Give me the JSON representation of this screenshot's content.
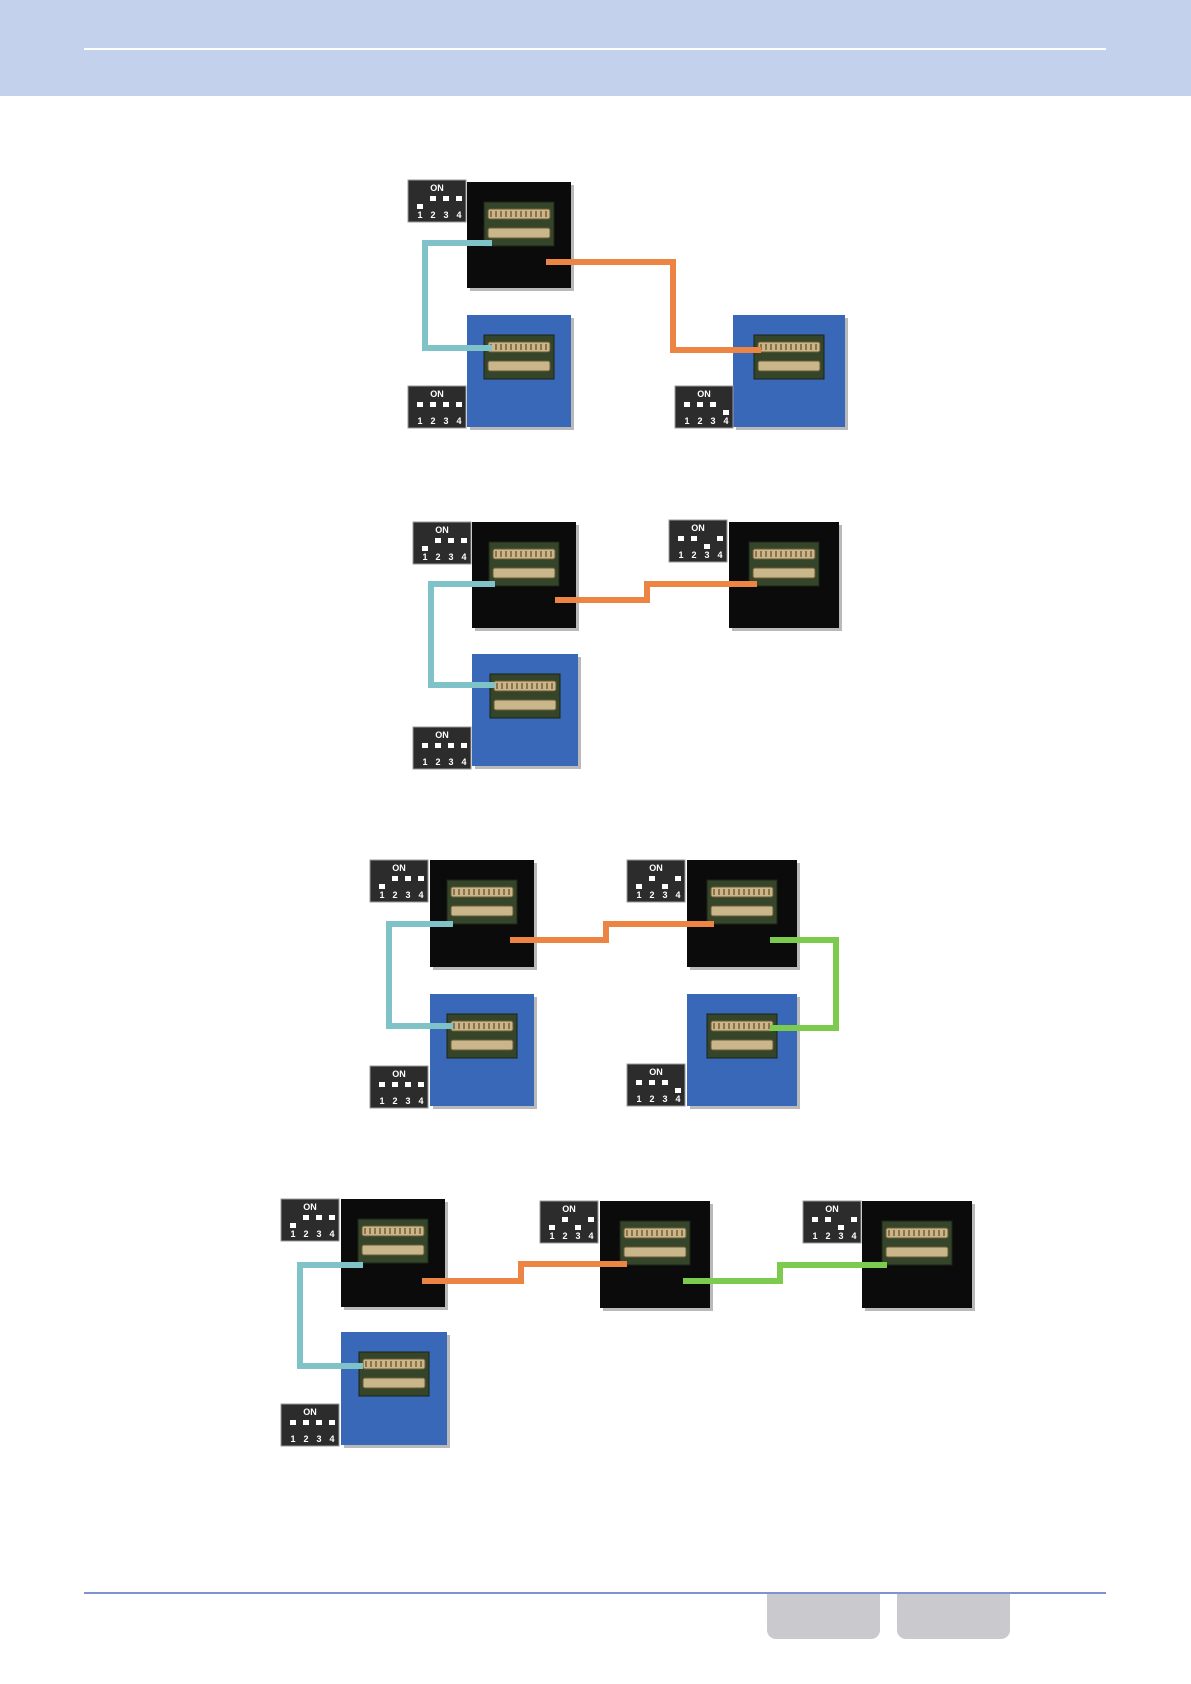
{
  "domain_note": "",
  "colors": {
    "header_band": "#c3d1ec",
    "footer_rule": "#8091d6",
    "main_unit": "#0b0b0b",
    "remote_unit": "#3a68b8",
    "cable_remote": "#7fc2c8",
    "cable_link_1": "#ec8444",
    "cable_link_2": "#7ccb4f",
    "dip_switch_bg": "#2c2c2c"
  },
  "dip_switch": {
    "on_label": "ON",
    "numbers": [
      "1",
      "2",
      "3",
      "4"
    ]
  },
  "configurations": [
    {
      "units": [
        {
          "type": "main",
          "switches": [
            false,
            true,
            true,
            true
          ]
        },
        {
          "type": "remote",
          "switches": [
            true,
            true,
            true,
            true
          ]
        },
        {
          "type": "remote",
          "switches": [
            true,
            true,
            true,
            false
          ]
        }
      ],
      "cables": [
        {
          "from": 0,
          "to": 1,
          "color": "cable_remote"
        },
        {
          "from": 0,
          "to": 2,
          "color": "cable_link_1"
        }
      ]
    },
    {
      "units": [
        {
          "type": "main",
          "switches": [
            false,
            true,
            true,
            true
          ]
        },
        {
          "type": "main",
          "switches": [
            true,
            true,
            false,
            true
          ]
        },
        {
          "type": "remote",
          "switches": [
            true,
            true,
            true,
            true
          ]
        }
      ],
      "cables": [
        {
          "from": 0,
          "to": 2,
          "color": "cable_remote"
        },
        {
          "from": 0,
          "to": 1,
          "color": "cable_link_1"
        }
      ]
    },
    {
      "units": [
        {
          "type": "main",
          "switches": [
            false,
            true,
            true,
            true
          ]
        },
        {
          "type": "main",
          "switches": [
            false,
            true,
            false,
            true
          ]
        },
        {
          "type": "remote",
          "switches": [
            true,
            true,
            true,
            true
          ]
        },
        {
          "type": "remote",
          "switches": [
            true,
            true,
            true,
            false
          ]
        }
      ],
      "cables": [
        {
          "from": 0,
          "to": 2,
          "color": "cable_remote"
        },
        {
          "from": 0,
          "to": 1,
          "color": "cable_link_1"
        },
        {
          "from": 1,
          "to": 3,
          "color": "cable_link_2"
        }
      ]
    },
    {
      "units": [
        {
          "type": "main",
          "switches": [
            false,
            true,
            true,
            true
          ]
        },
        {
          "type": "main",
          "switches": [
            false,
            true,
            false,
            true
          ]
        },
        {
          "type": "main",
          "switches": [
            true,
            true,
            false,
            true
          ]
        },
        {
          "type": "remote",
          "switches": [
            true,
            true,
            true,
            true
          ]
        }
      ],
      "cables": [
        {
          "from": 0,
          "to": 3,
          "color": "cable_remote"
        },
        {
          "from": 0,
          "to": 1,
          "color": "cable_link_1"
        },
        {
          "from": 1,
          "to": 2,
          "color": "cable_link_2"
        }
      ]
    }
  ]
}
